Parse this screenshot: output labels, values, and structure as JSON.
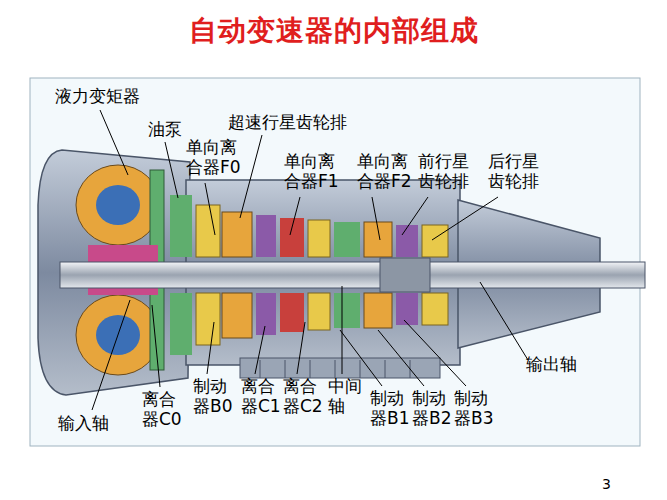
{
  "diagram": {
    "title": "自动变速器的内部组成",
    "labels": [
      "液力变矩器",
      "油泵",
      "超速行星齿轮排",
      "单向离合器F0",
      "单向离合器F1",
      "单向离合器F2",
      "前行星齿轮排",
      "后行星齿轮排",
      "输出轴",
      "输入轴",
      "离合器C0",
      "制动器B0",
      "离合器C1",
      "离合器C2",
      "中间轴",
      "制动器B1",
      "制动器B2",
      "制动器B3",
      "3"
    ]
  }
}
